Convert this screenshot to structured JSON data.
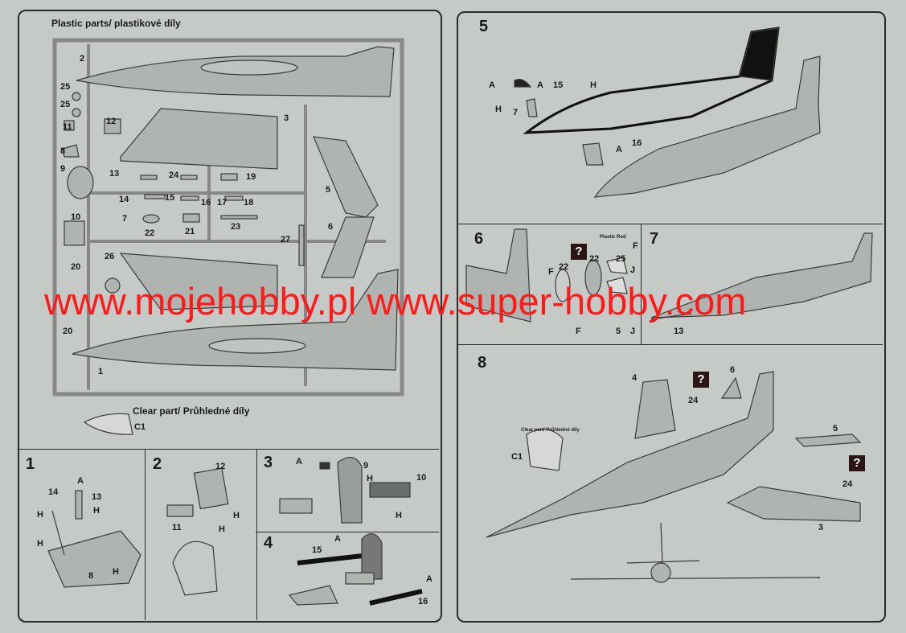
{
  "sprue": {
    "header": "Plastic parts/ plastikové díly",
    "clear_header": "Clear part/ Průhledné díly",
    "clear_part": "C1",
    "parts": [
      "2",
      "25",
      "25",
      "11",
      "12",
      "3",
      "8",
      "9",
      "13",
      "24",
      "19",
      "14",
      "15",
      "16",
      "17",
      "18",
      "10",
      "7",
      "22",
      "21",
      "23",
      "5",
      "6",
      "27",
      "20",
      "26",
      "20",
      "1"
    ]
  },
  "steps": {
    "s1": {
      "number": "1",
      "labels": [
        "A",
        "14",
        "13",
        "H",
        "H",
        "H",
        "8",
        "H"
      ]
    },
    "s2": {
      "number": "2",
      "labels": [
        "12",
        "11",
        "H",
        "H"
      ]
    },
    "s3": {
      "number": "3",
      "labels": [
        "A",
        "9",
        "H",
        "10",
        "H"
      ]
    },
    "s4": {
      "number": "4",
      "labels": [
        "15",
        "A",
        "A",
        "16"
      ]
    },
    "s5": {
      "number": "5",
      "labels": [
        "A",
        "A",
        "15",
        "H",
        "H",
        "7",
        "A",
        "16"
      ]
    },
    "s6": {
      "number": "6",
      "labels": [
        "Plastic Rod",
        "F",
        "22",
        "22",
        "25",
        "J",
        "J",
        "F",
        "F",
        "5"
      ]
    },
    "s7": {
      "number": "7",
      "labels": [
        "13"
      ]
    },
    "s8": {
      "number": "8",
      "labels": [
        "4",
        "24",
        "6",
        "Clear part/ Průhledné díly",
        "C1",
        "5",
        "24",
        "3"
      ]
    }
  },
  "question_icon": "?",
  "watermark": "www.mojehobby.pl www.super-hobby.com",
  "colors": {
    "paper": "#c6cac6",
    "ink": "#2a2a2a",
    "watermark": "#ff1a1a",
    "part": "#b0b4b0"
  }
}
